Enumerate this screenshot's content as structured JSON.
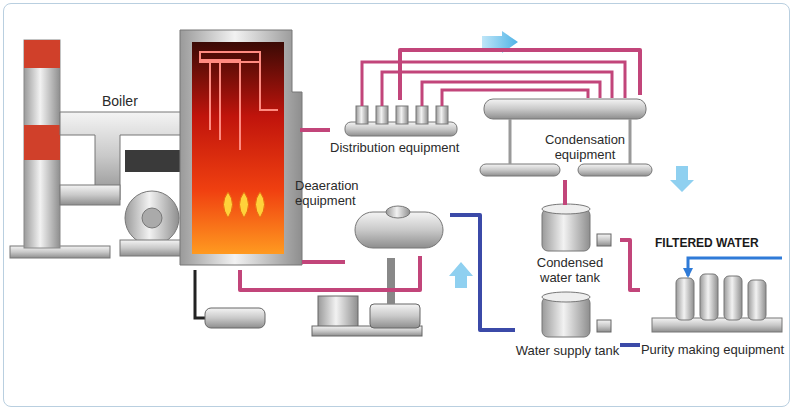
{
  "diagram": {
    "nodes": [
      {
        "text": [
          "Boiler"
        ]
      },
      {
        "text": [
          "Distribution equipment"
        ]
      },
      {
        "text": [
          "Condensation equipment"
        ]
      },
      {
        "text": [
          "Deaeration equipment"
        ]
      },
      {
        "text": [
          "Condensed water tank"
        ]
      },
      {
        "text": [
          "Water supply tank"
        ]
      },
      {
        "text": [
          "Purity making equipment"
        ]
      }
    ],
    "edges": [
      {
        "from": 0,
        "to": 1,
        "arrow": "none"
      },
      {
        "from": 1,
        "to": 2,
        "arrow": "none"
      },
      {
        "from": 2,
        "to": 4,
        "arrow": "none"
      },
      {
        "from": 4,
        "to": 6,
        "arrow": "none"
      },
      {
        "from": 6,
        "to": 5,
        "arrow": "none"
      },
      {
        "from": 5,
        "to": 3,
        "arrow": "none"
      },
      {
        "from": 3,
        "to": 0,
        "arrow": "none"
      }
    ],
    "labels": [
      "FILTERED WATER"
    ]
  }
}
